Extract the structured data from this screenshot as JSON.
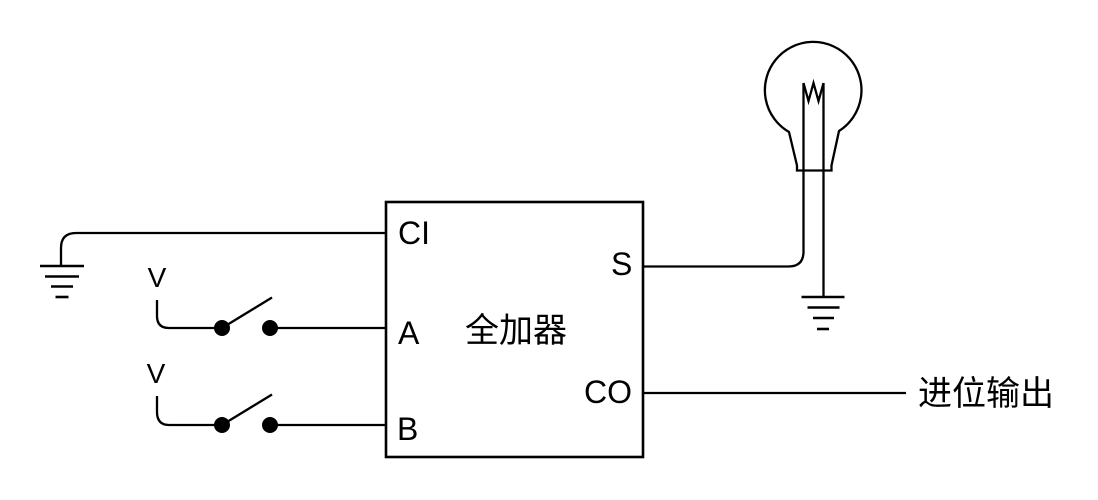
{
  "colors": {
    "stroke": "#000000",
    "background": "#ffffff"
  },
  "full_adder": {
    "label": "全加器",
    "ports": {
      "ci": "CI",
      "a": "A",
      "b": "B",
      "s": "S",
      "co": "CO"
    }
  },
  "switch_a": {
    "source_label": "V"
  },
  "switch_b": {
    "source_label": "V"
  },
  "carry_output_label": "进位输出",
  "symbols": {
    "ground_input": "ground-symbol",
    "ground_bulb": "ground-symbol",
    "bulb": "light-bulb-symbol",
    "switch_a": "spst-switch-symbol",
    "switch_b": "spst-switch-symbol"
  }
}
